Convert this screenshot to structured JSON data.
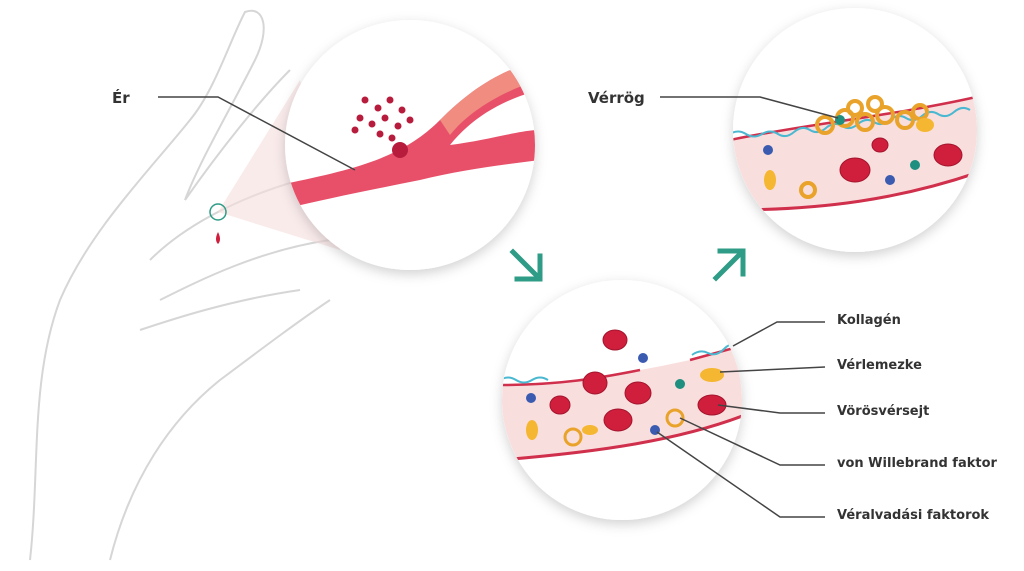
{
  "labels": {
    "vessel": "Ér",
    "clot": "Vérrög",
    "collagen": "Kollagén",
    "platelet": "Vérlemezke",
    "red_blood_cell": "Vörösvérsejt",
    "von_willebrand": "von Willebrand faktor",
    "clotting_factors": "Véralvadási faktorok"
  },
  "colors": {
    "arrow": "#2e9c86",
    "vessel": "#e8506a",
    "blood_cell": "#d01f3c",
    "platelet": "#f5b731",
    "collagen": "#4bb8d1",
    "factor_blue": "#3a5bb0",
    "factor_teal": "#1f8f7f"
  }
}
